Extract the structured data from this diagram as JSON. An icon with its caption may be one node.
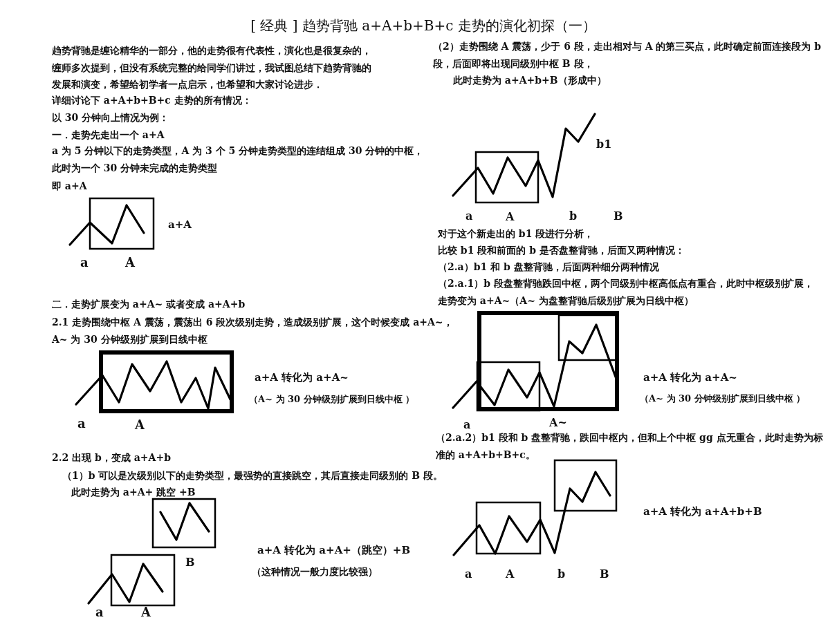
{
  "diagram": {
    "title": "[ 经典 ] 趋势背驰 a+A+b+B+c 走势的演化初探（一）",
    "labels": [
      "趋势背驰是缠论精华的一部分，他的走势很有代表性，演化也是很复杂的，缠师多次提到，但没有系统完整的给同学们讲过，我试图总结下趋势背驰的发展和演变，希望给初学者一点启示，也希望和大家讨论进步．",
      "详细讨论下 a+A+b+B+c 走势的所有情况：",
      "以 30 分钟向上情况为例：",
      "一．走势先走出一个 a+A",
      "a 为 5 分钟以下的走势类型，A 为 3 个 5 分钟走势类型的连结组成 30 分钟的中枢，此时为一个 30 分钟未完成的走势类型",
      "即 a+A",
      "a+A",
      "a",
      "A",
      "二．走势扩展变为 a+A~ 或者变成 a+A+b",
      "2.1 走势围绕中枢 A 震荡，震荡出 6 段次级别走势，造成级别扩展，这个时候变成 a+A~，A~ 为 30 分钟级别扩展到日线中枢",
      "a+A 转化为 a+A~",
      "（A~ 为 30 分钟级别扩展到日线中枢 ）",
      "a",
      "A",
      "2.2 出现 b，变成 a+A+b",
      "（1）b 可以是次级别以下的走势类型，最强势的直接跳空，其后直接走同级别的 B 段。",
      "此时走势为 a+A+ 跳空 +B",
      "a+A 转化为 a+A+（跳空）+B",
      "B",
      "（这种情况一般力度比较强）",
      "a",
      "A",
      "（2）走势围绕 A 震荡，少于 6 段，走出相对与 A 的第三买点，此时确定前面连接段为 b 段，后面即将出现同级别中枢 B 段，",
      "此时走势为 a+A+b+B（形成中）",
      "b1",
      "a",
      "A",
      "b",
      "B",
      "对于这个新走出的 b1 段进行分析，",
      "比较 b1 段和前面的 b 是否盘整背驰，后面又两种情况：",
      "（2.a）b1 和 b 盘整背驰，后面两种细分两种情况",
      "（2.a.1）b 段盘整背驰跌回中枢，两个同级别中枢高低点有重合，此时中枢级别扩展，走势变为 a+A~（A~ 为盘整背驰后级别扩展为日线中枢）",
      "a+A 转化为 a+A~",
      "（A~ 为 30 分钟级别扩展到日线中枢 ）",
      "a",
      "A~",
      "（2.a.2）b1 段和 b 盘整背驰，跌回中枢内，但和上个中枢 gg 点无重合，此时走势为标准的 a+A+b+B+c。",
      "a+A 转化为 a+A+b+B",
      "a",
      "A",
      "b",
      "B"
    ]
  }
}
